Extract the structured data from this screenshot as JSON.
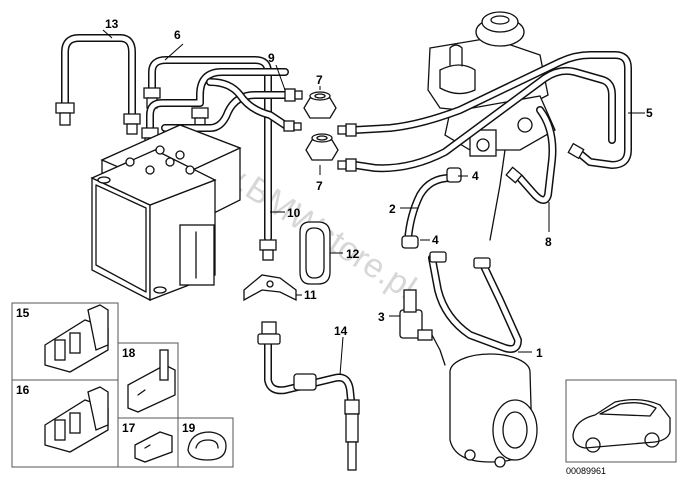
{
  "callouts": [
    {
      "id": "c1",
      "label": "1"
    },
    {
      "id": "c2",
      "label": "2"
    },
    {
      "id": "c3",
      "label": "3"
    },
    {
      "id": "c4a",
      "label": "4"
    },
    {
      "id": "c4b",
      "label": "4"
    },
    {
      "id": "c5",
      "label": "5"
    },
    {
      "id": "c6",
      "label": "6"
    },
    {
      "id": "c7a",
      "label": "7"
    },
    {
      "id": "c7b",
      "label": "7"
    },
    {
      "id": "c8",
      "label": "8"
    },
    {
      "id": "c9",
      "label": "9"
    },
    {
      "id": "c10",
      "label": "10"
    },
    {
      "id": "c11",
      "label": "11"
    },
    {
      "id": "c12",
      "label": "12"
    },
    {
      "id": "c13",
      "label": "13"
    },
    {
      "id": "c14",
      "label": "14"
    },
    {
      "id": "c15",
      "label": "15"
    },
    {
      "id": "c16",
      "label": "16"
    },
    {
      "id": "c17",
      "label": "17"
    },
    {
      "id": "c18",
      "label": "18"
    },
    {
      "id": "c19",
      "label": "19"
    }
  ],
  "watermark": "www.BMWstore.pl",
  "diagram_number": "00089961"
}
